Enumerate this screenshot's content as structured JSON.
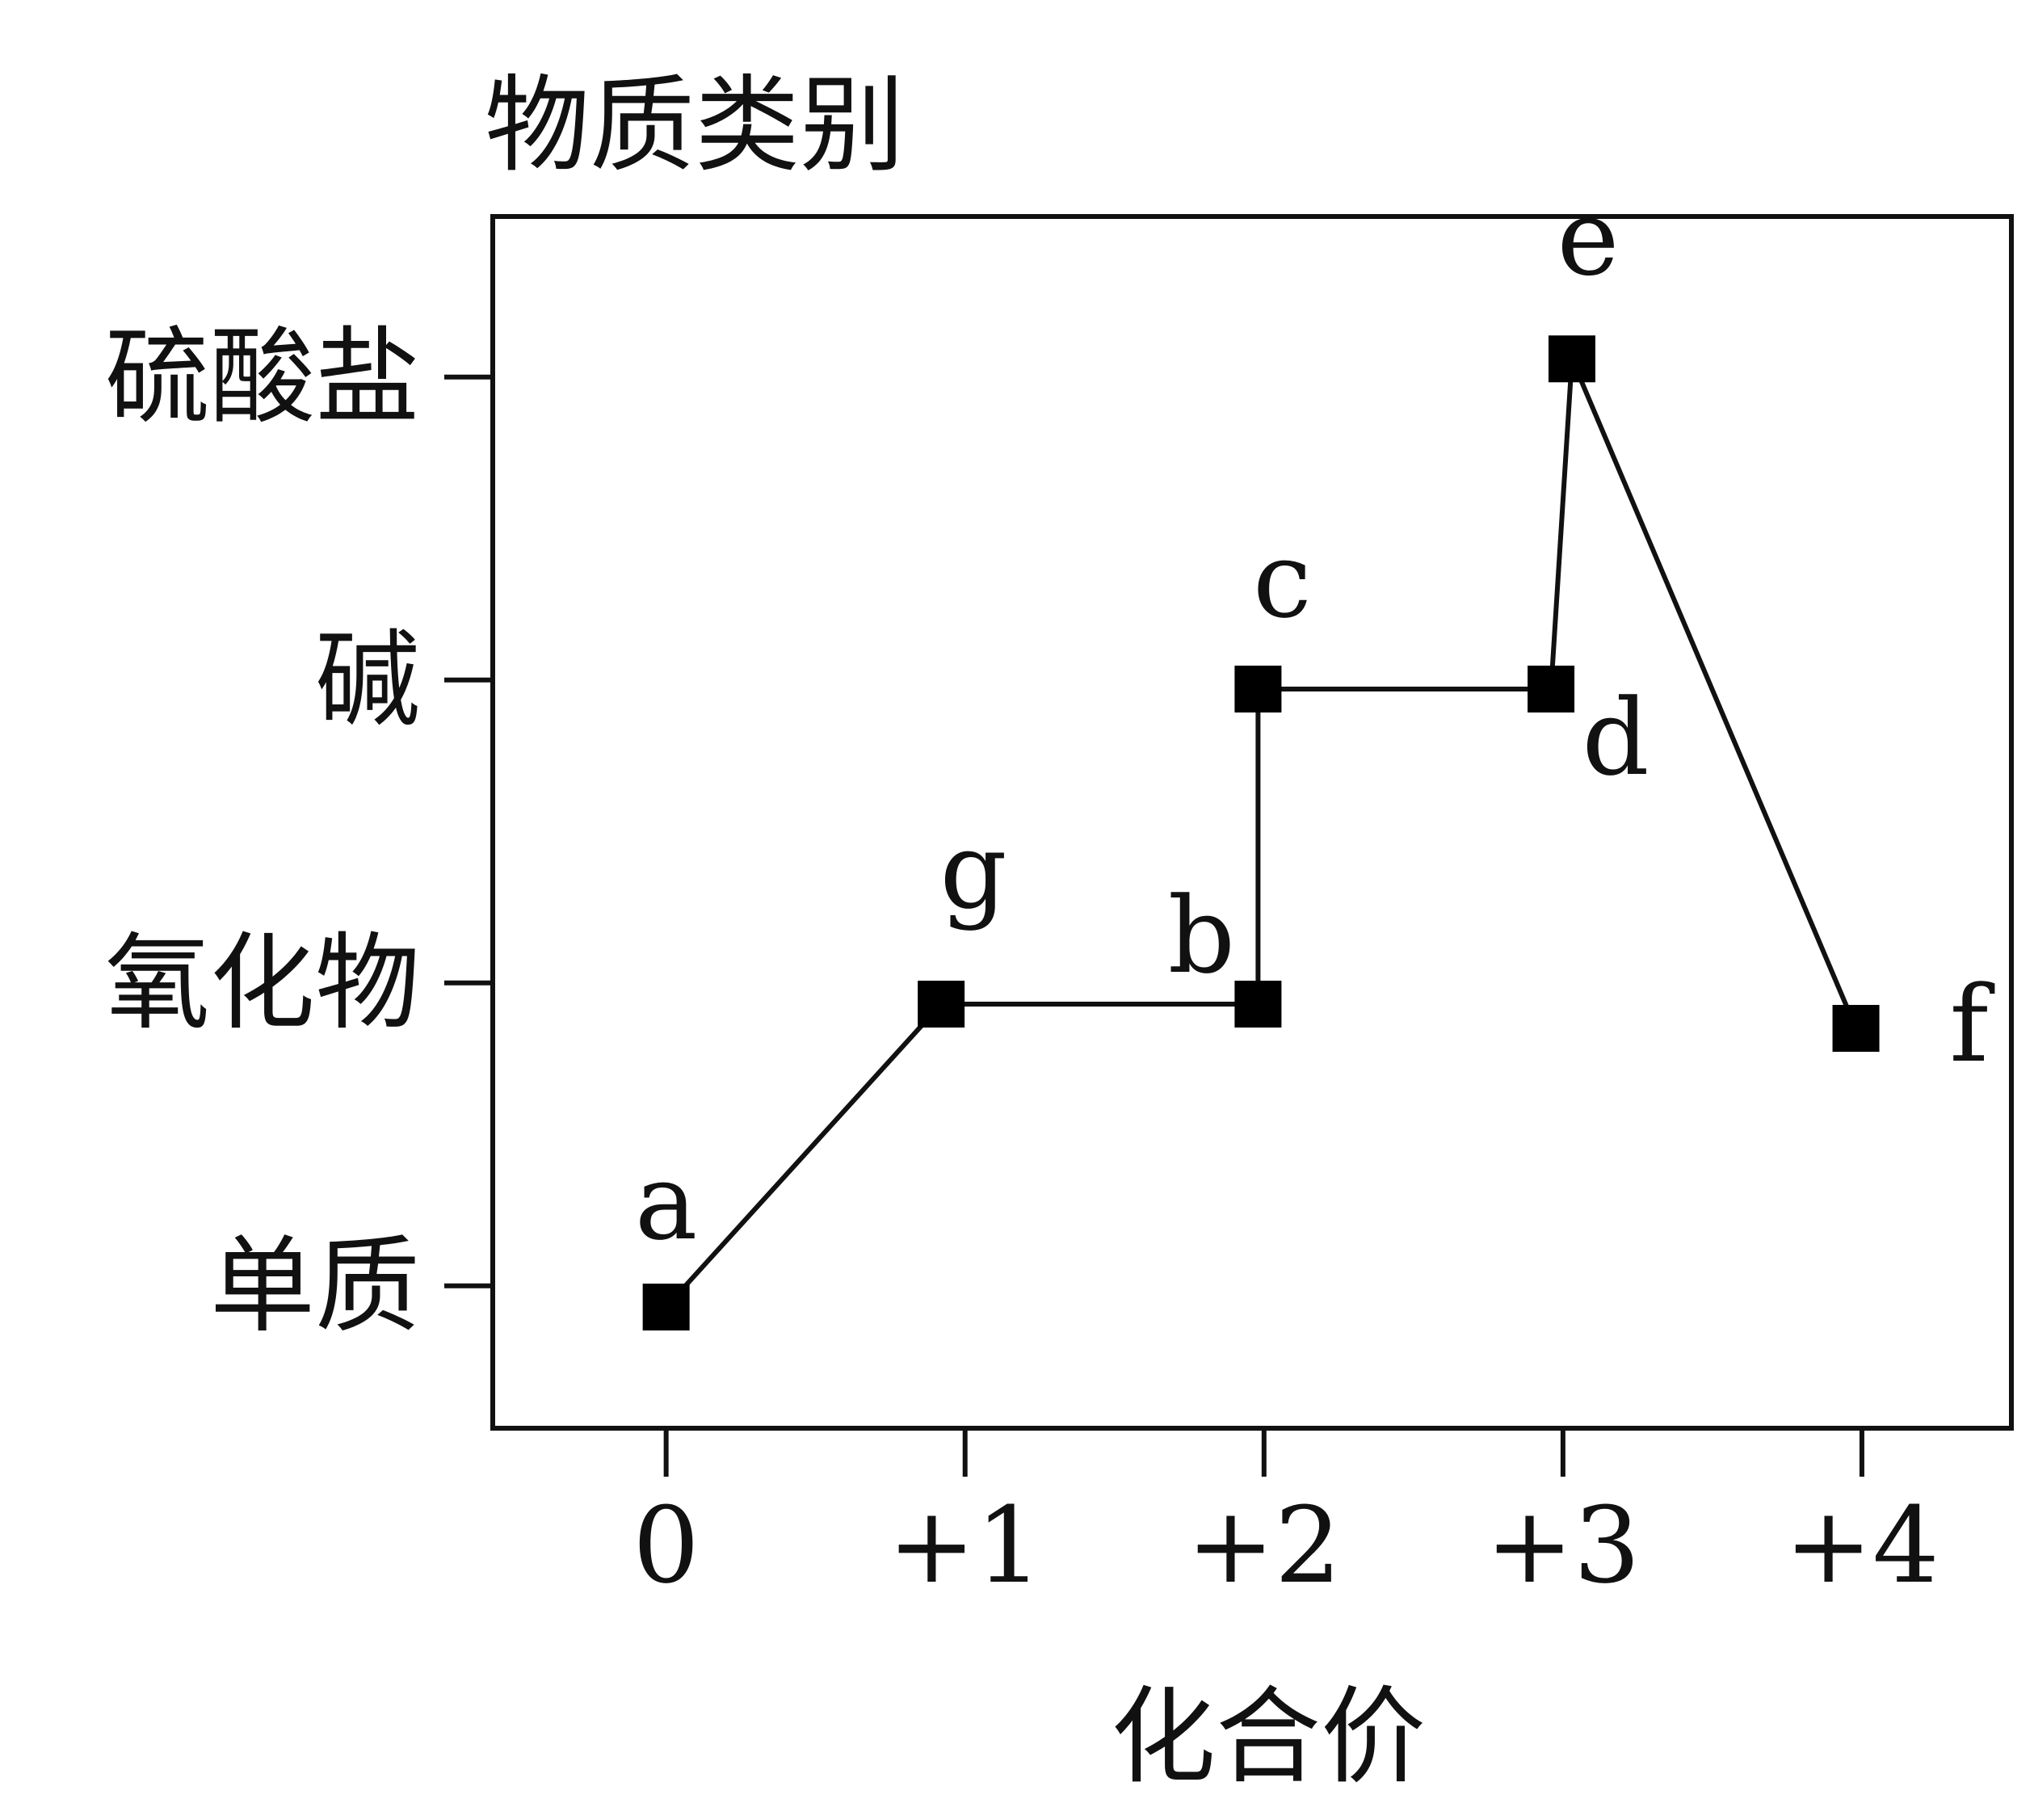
{
  "chart_data": {
    "type": "line",
    "title": "物质类别",
    "xlabel": "化合价",
    "ylabel": "物质类别",
    "x_ticks": [
      "0",
      "+1",
      "+2",
      "+3",
      "+4"
    ],
    "y_categories": [
      "单质",
      "氧化物",
      "碱",
      "硫酸盐"
    ],
    "xlim": [
      -0.58,
      4.5
    ],
    "ylim": [
      -0.47,
      3.53
    ],
    "grid": false,
    "marker": "square",
    "series": [
      {
        "points": [
          {
            "label": "a",
            "x": 0,
            "y": -0.07
          },
          {
            "label": "g",
            "x": 0.92,
            "y": 0.93
          },
          {
            "label": "b",
            "x": 1.98,
            "y": 0.93
          },
          {
            "label": "c",
            "x": 1.98,
            "y": 1.97
          },
          {
            "label": "d",
            "x": 2.96,
            "y": 1.97
          },
          {
            "label": "e",
            "x": 3.03,
            "y": 3.06
          },
          {
            "label": "f",
            "x": 3.98,
            "y": 0.85
          }
        ]
      }
    ],
    "colors": {
      "line": "#111111",
      "marker": "#000000",
      "frame": "#111111"
    }
  }
}
